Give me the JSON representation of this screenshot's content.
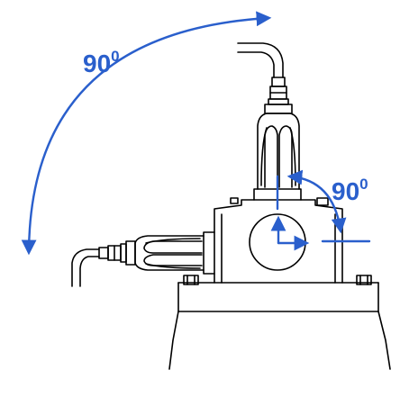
{
  "colors": {
    "line": "#000000",
    "accent": "#2a5fcc"
  },
  "labels": {
    "outer_angle": {
      "value": "90",
      "sup": "0"
    },
    "inner_angle": {
      "value": "90",
      "sup": "0"
    }
  }
}
